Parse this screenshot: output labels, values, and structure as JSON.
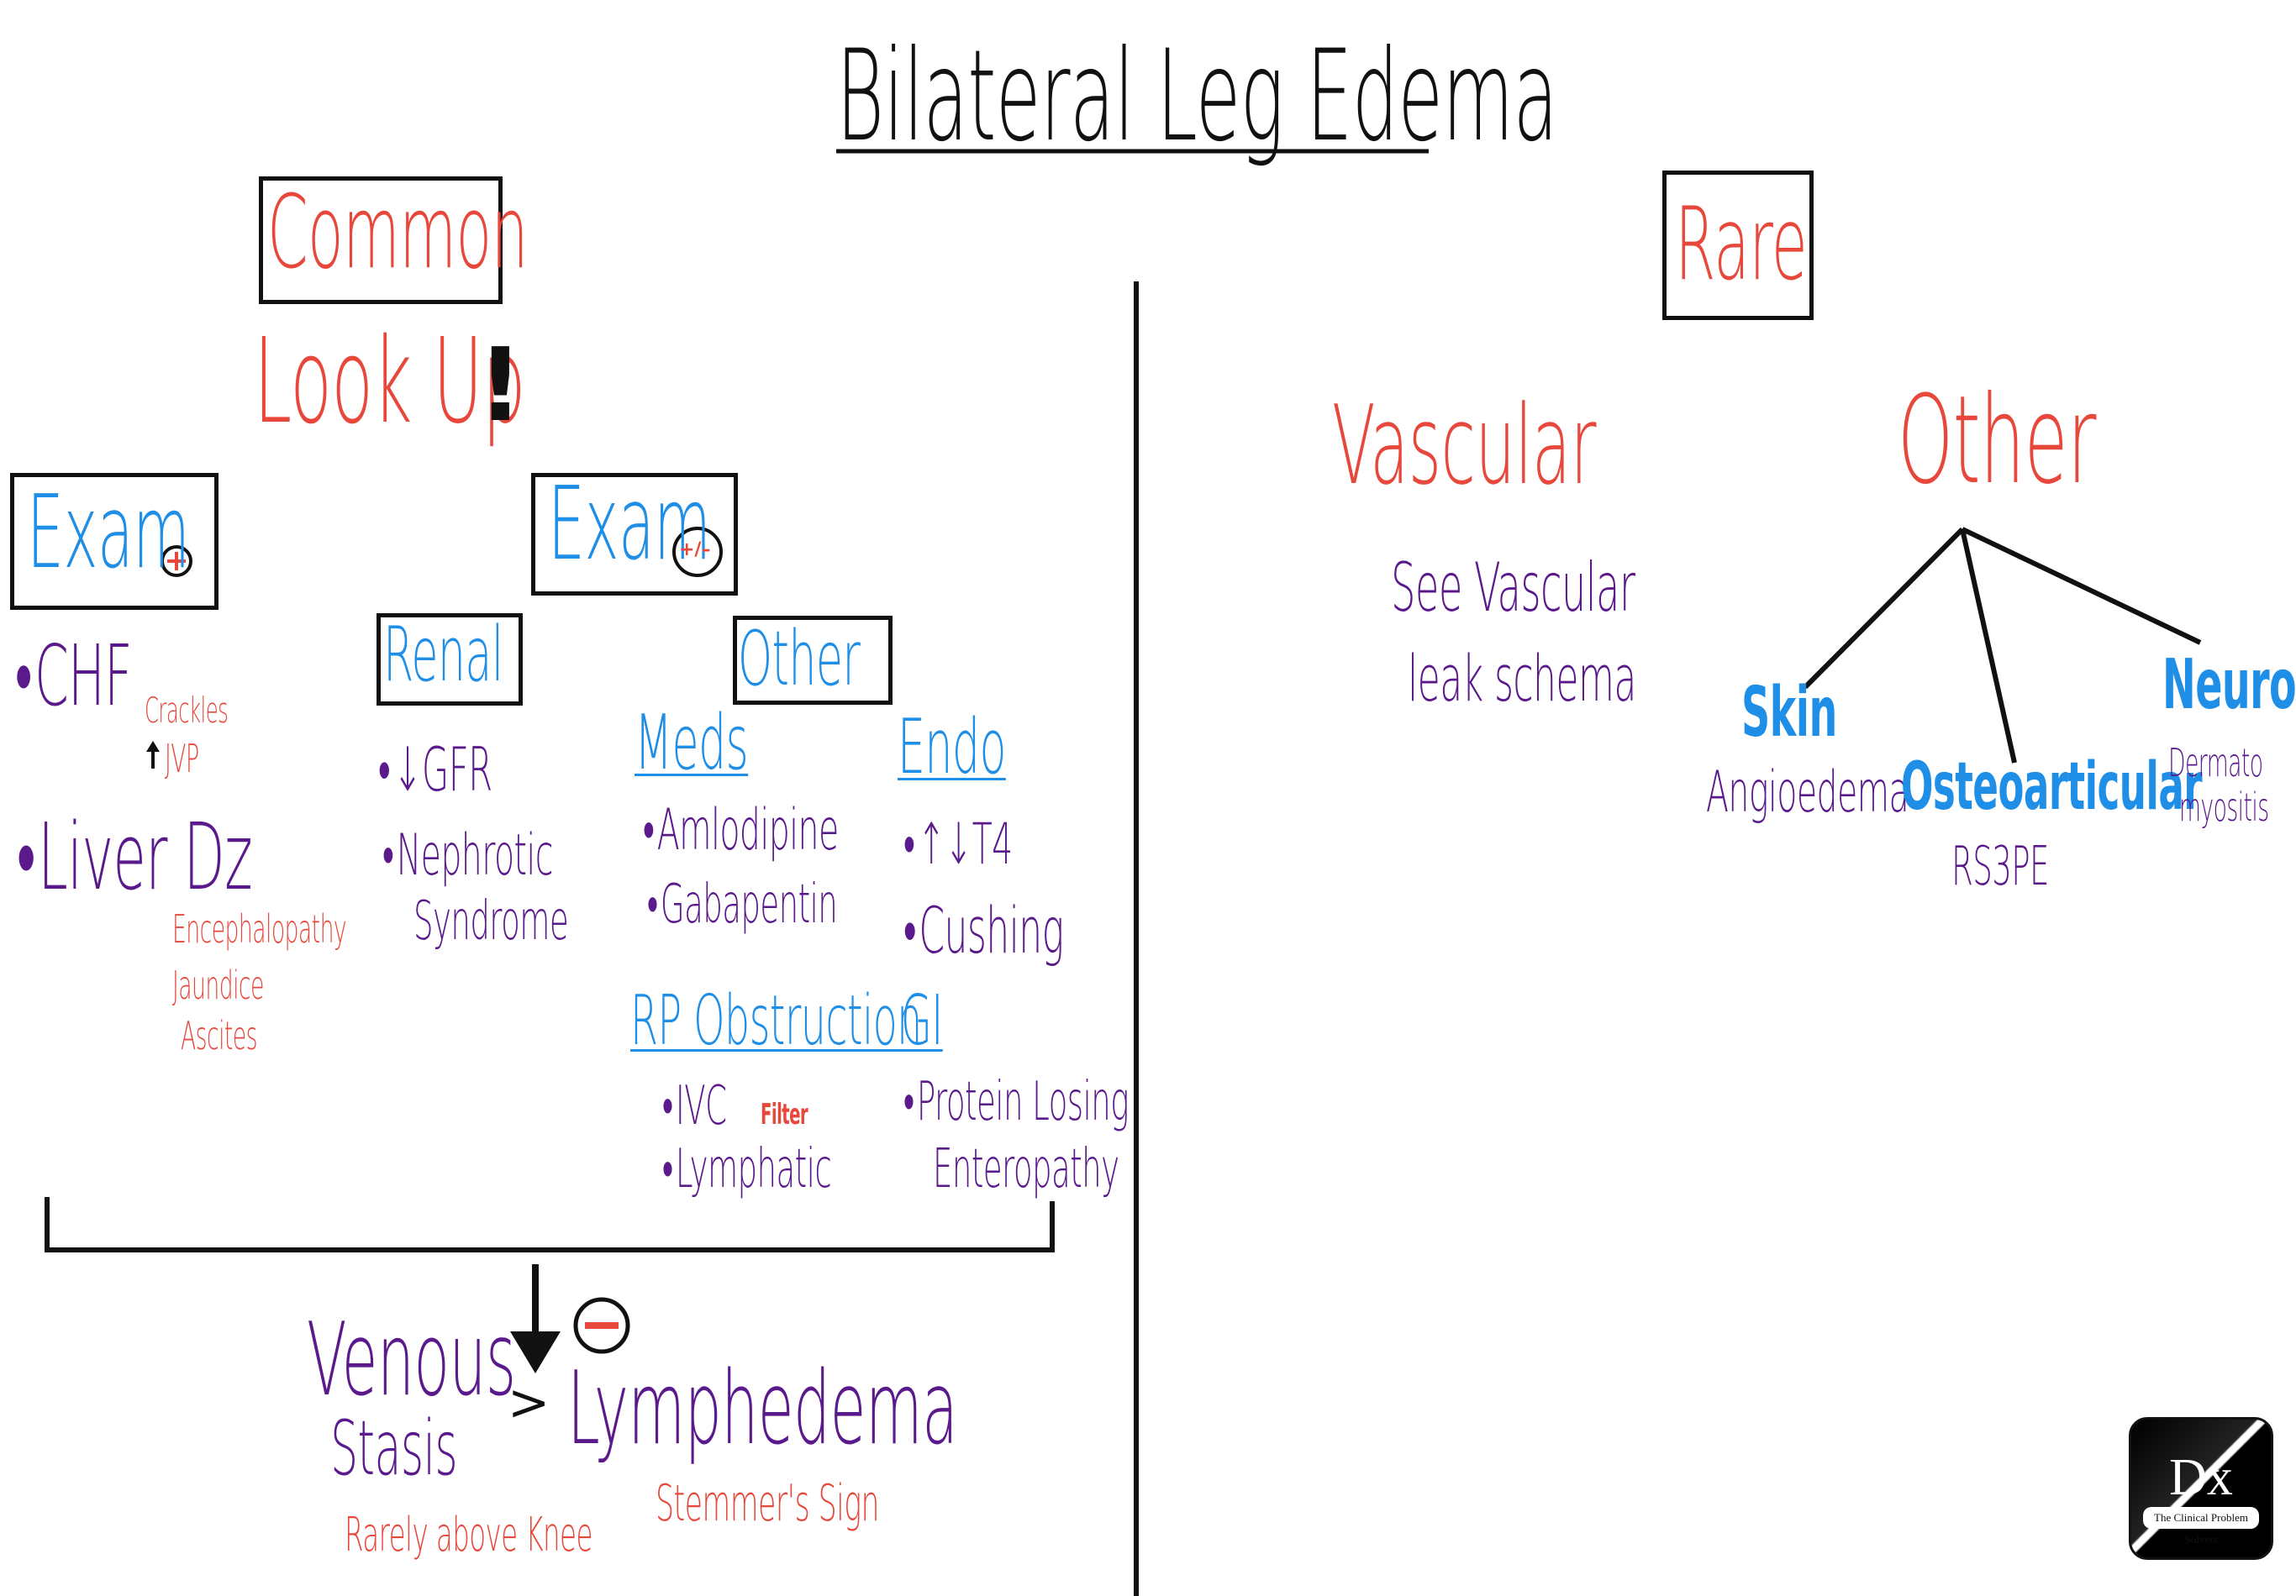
{
  "title": "Bilateral Leg Edema",
  "common": {
    "heading": "Common",
    "look_up": "Look Up",
    "exclaim": "!",
    "exam_pos": {
      "label": "Exam",
      "sign": "+"
    },
    "exam_pm": {
      "label": "Exam",
      "sign": "+/–"
    },
    "chf": {
      "label": "CHF",
      "notes": [
        "Crackles",
        "↑JVP"
      ]
    },
    "liver": {
      "label": "Liver Dz",
      "notes": [
        "Encephalopathy",
        "Jaundice",
        "Ascites"
      ]
    },
    "renal": {
      "heading": "Renal",
      "items": [
        "↓GFR",
        "Nephrotic",
        "Syndrome"
      ]
    },
    "other": {
      "heading": "Other",
      "meds": {
        "heading": "Meds",
        "items": [
          "Amlodipine",
          "Gabapentin"
        ]
      },
      "endo": {
        "heading": "Endo",
        "items": [
          "↑↓T4",
          "Cushing"
        ]
      },
      "rp": {
        "heading": "RP Obstruction",
        "items": [
          "IVC",
          "Filter",
          "Lymphatic"
        ]
      },
      "gi": {
        "heading": "GI",
        "items": [
          "Protein Losing",
          "Enteropathy"
        ]
      }
    },
    "outcome": {
      "arrow": "↓",
      "sign": "–",
      "venous": [
        "Venous",
        "Stasis"
      ],
      "gt": ">",
      "lymph": "Lymphedema",
      "venous_note": "Rarely above Knee",
      "lymph_note": "Stemmer's Sign"
    }
  },
  "rare": {
    "heading": "Rare",
    "vascular": {
      "heading": "Vascular",
      "lines": [
        "See Vascular",
        "leak schema"
      ]
    },
    "other": {
      "heading": "Other",
      "skin": {
        "heading": "Skin",
        "item": "Angioedema"
      },
      "osteo": {
        "heading": "Osteoarticular",
        "item": "RS3PE"
      },
      "neuro": {
        "heading": "Neuro",
        "items": [
          "Dermato",
          "myositis"
        ]
      }
    }
  },
  "logo": {
    "mark": "Dx",
    "caption": "The Clinical Problem Solvers"
  },
  "colors": {
    "red": "#e8483c",
    "blue": "#1f8ee6",
    "purple": "#5b1a8c",
    "ink": "#111111"
  }
}
